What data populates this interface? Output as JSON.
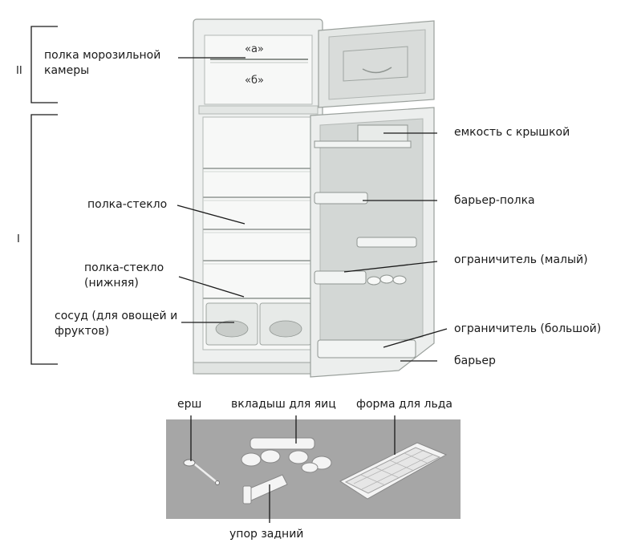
{
  "sections": {
    "freezer": "II",
    "fridge": "I"
  },
  "labels": {
    "freezer_shelf": "полка морозильной камеры",
    "freezer_a": "«а»",
    "freezer_b": "«б»",
    "glass_shelf": "полка-стекло",
    "glass_shelf_lower": "полка-стекло (нижняя)",
    "crisper": "сосуд (для овощей и фруктов)",
    "lidded_container": "емкость с крышкой",
    "barrier_shelf": "барьер-полка",
    "limiter_small": "ограничитель (малый)",
    "limiter_large": "ограничитель (большой)",
    "barrier": "барьер"
  },
  "accessories": {
    "brush": "ерш",
    "egg_tray": "вкладыш для яиц",
    "ice_tray": "форма для льда",
    "rear_stop": "упор задний"
  },
  "colors": {
    "line": "#1a1a1a",
    "cabinet": "#eef0ef",
    "cabinet_edge": "#9aa09c",
    "interior": "#f7f8f7",
    "door_panel": "#dfe2e0",
    "accessory_bg": "#a6a6a6"
  }
}
